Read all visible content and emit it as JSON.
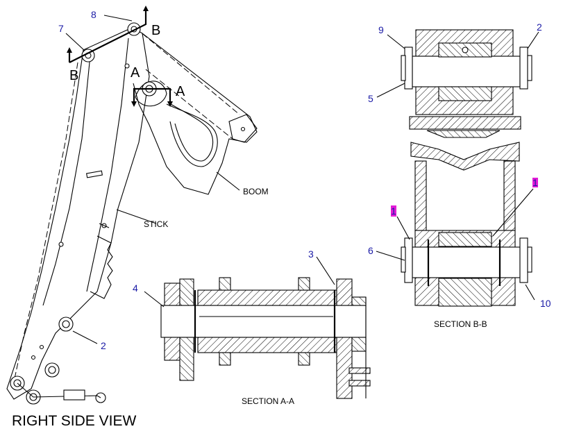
{
  "views": {
    "right_side": {
      "title": "RIGHT SIDE VIEW",
      "labels": {
        "stick": "STICK",
        "boom": "BOOM"
      },
      "callouts": {
        "c7": "7",
        "c8": "8",
        "c2": "2"
      },
      "section_marks": {
        "a1": "A",
        "a2": "A",
        "b1": "B",
        "b2": "B"
      }
    },
    "section_aa": {
      "title": "SECTION A-A",
      "callouts": {
        "c4": "4",
        "c3": "3"
      }
    },
    "section_bb": {
      "title": "SECTION B-B",
      "callouts": {
        "c9": "9",
        "c2": "2",
        "c5": "5",
        "c6": "6",
        "c10": "10",
        "c1a": "1",
        "c1b": "1"
      }
    }
  },
  "colors": {
    "callout": "#1a1aa6",
    "highlight": "#e21bd6",
    "line": "#000000"
  }
}
